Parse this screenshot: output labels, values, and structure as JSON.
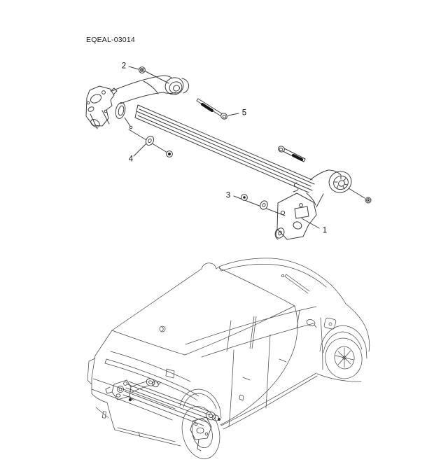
{
  "page": {
    "code": "EQEAL-03014",
    "background_color": "#ffffff",
    "line_color": "#3d3d3d",
    "text_color": "#1a1a1a"
  },
  "exploded_view": {
    "callouts": [
      {
        "label": "1"
      },
      {
        "label": "2"
      },
      {
        "label": "3"
      },
      {
        "label": "4"
      },
      {
        "label": "5"
      }
    ]
  }
}
